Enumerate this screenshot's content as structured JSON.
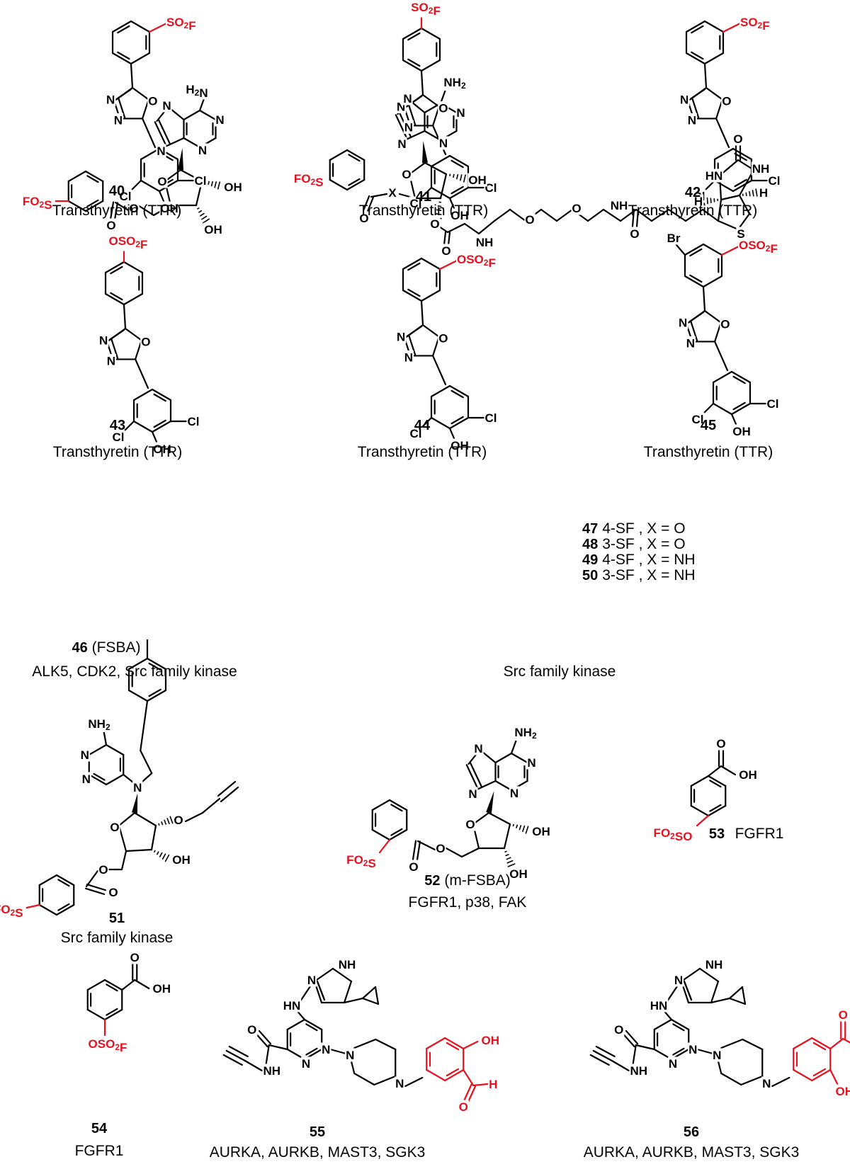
{
  "compounds": [
    {
      "id": "40",
      "target": "Transthyretin (TTR)"
    },
    {
      "id": "41",
      "target": "Transthyretin (TTR)"
    },
    {
      "id": "42",
      "target": "Transthyretin (TTR)"
    },
    {
      "id": "43",
      "target": "Transthyretin (TTR)"
    },
    {
      "id": "44",
      "target": "Transthyretin (TTR)"
    },
    {
      "id": "45",
      "target": "Transthyretin (TTR)"
    },
    {
      "id": "46",
      "suffix": "(FSBA)",
      "target": "ALK5, CDK2, Src family kinase"
    },
    {
      "id": "47-50",
      "target": "Src family kinase"
    },
    {
      "id": "51",
      "target": "Src family kinase"
    },
    {
      "id": "52",
      "suffix": "(m-FSBA)",
      "target": "FGFR1, p38, FAK"
    },
    {
      "id": "53",
      "target": "FGFR1"
    },
    {
      "id": "54",
      "target": "FGFR1"
    },
    {
      "id": "55",
      "target": "AURKA, AURKB, MAST3, SGK3"
    },
    {
      "id": "56",
      "target": "AURKA, AURKB, MAST3, SGK3"
    }
  ],
  "series_47_50": [
    {
      "num": "47",
      "text": "4-SF , X = O"
    },
    {
      "num": "48",
      "text": "3-SF , X = O"
    },
    {
      "num": "49",
      "text": "4-SF , X = NH"
    },
    {
      "num": "50",
      "text": "3-SF , X = NH"
    }
  ],
  "atom_labels": {
    "so2f": "SO₂F",
    "oso2f": "OSO₂F",
    "fo2s": "FO₂S",
    "fo2so": "FO₂SO",
    "cl": "Cl",
    "oh": "OH",
    "br": "Br",
    "n": "N",
    "o": "O",
    "s": "S",
    "h": "H",
    "x": "X",
    "nh": "NH",
    "hn": "HN",
    "nh2": "NH₂",
    "h2n": "H₂N"
  },
  "colors": {
    "highlight": "#e8101c",
    "ink": "#000000"
  }
}
